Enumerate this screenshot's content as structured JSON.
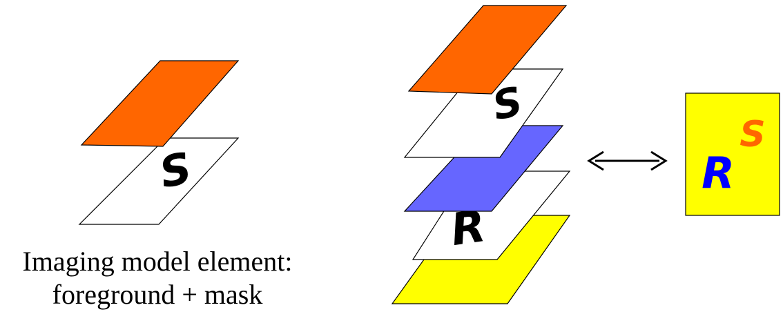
{
  "caption": {
    "line1": "Imaging model element:",
    "line2": "foreground + mask"
  },
  "element_stack": {
    "foreground_color": "#FF6600",
    "mask_color": "#FFFFFF",
    "mask_glyph": "S"
  },
  "composite_stack": {
    "layers": [
      {
        "role": "foreground-top",
        "color": "#FF6600"
      },
      {
        "role": "mask-top",
        "color": "#FFFFFF",
        "glyph": "S"
      },
      {
        "role": "foreground-middle",
        "color": "#6666FF"
      },
      {
        "role": "mask-middle",
        "color": "#FFFFFF",
        "glyph": "R"
      },
      {
        "role": "background",
        "color": "#FFFF00"
      }
    ]
  },
  "equivalence_symbol": "double-headed-arrow",
  "result_page": {
    "background_color": "#FFFF00",
    "glyph_primary": "R",
    "glyph_primary_color": "#0000FF",
    "glyph_secondary": "S",
    "glyph_secondary_color": "#FF6600"
  }
}
